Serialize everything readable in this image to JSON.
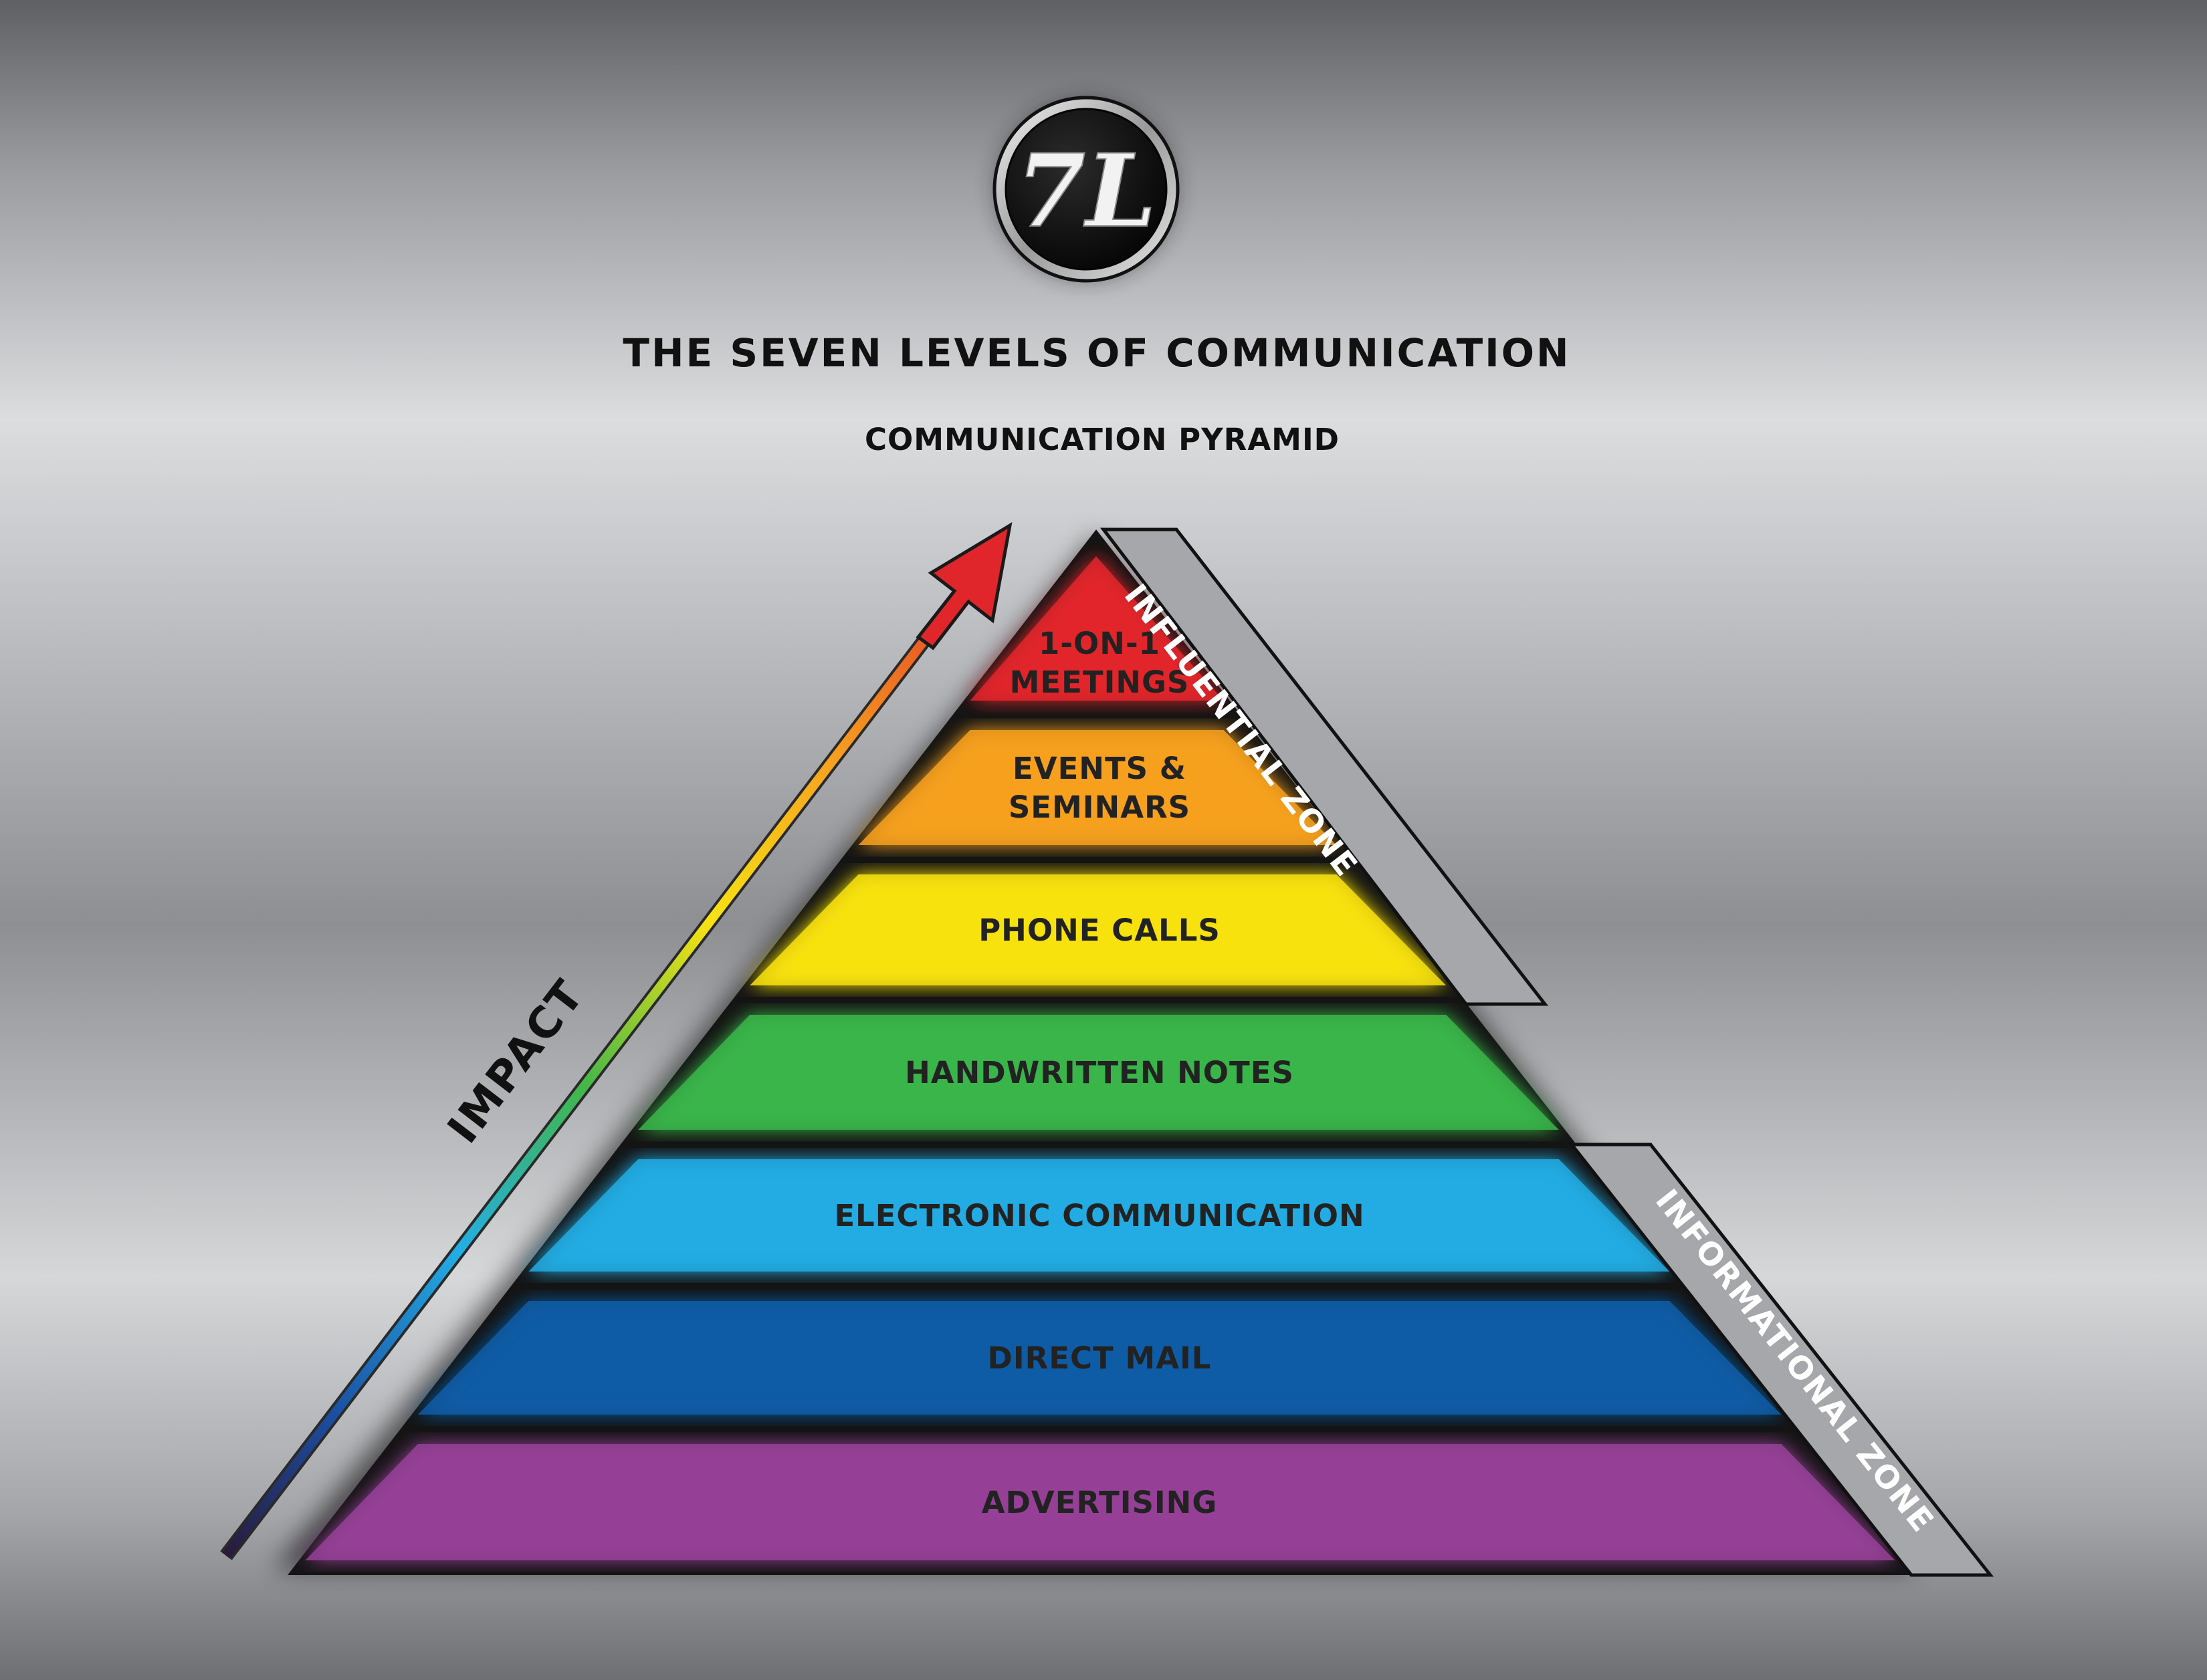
{
  "diagram": {
    "type": "pyramid",
    "title": "THE SEVEN LEVELS OF COMMUNICATION",
    "subtitle": "COMMUNICATION PYRAMID",
    "logo_text": "7L",
    "axis_label": "IMPACT",
    "levels": [
      {
        "lines": [
          "1-ON-1",
          "MEETINGS"
        ],
        "color": "#E2262B"
      },
      {
        "lines": [
          "EVENTS &",
          "SEMINARS"
        ],
        "color": "#F6A01E"
      },
      {
        "lines": [
          "PHONE CALLS"
        ],
        "color": "#F8E20E"
      },
      {
        "lines": [
          "HANDWRITTEN NOTES"
        ],
        "color": "#3AB54A"
      },
      {
        "lines": [
          "ELECTRONIC COMMUNICATION"
        ],
        "color": "#22ABE3"
      },
      {
        "lines": [
          "DIRECT MAIL"
        ],
        "color": "#0F5CA6"
      },
      {
        "lines": [
          "ADVERTISING"
        ],
        "color": "#954196"
      }
    ],
    "zones": [
      {
        "label": "INFLUENTIAL ZONE",
        "spans_levels": [
          1,
          3
        ]
      },
      {
        "label": "INFORMATIONAL ZONE",
        "spans_levels": [
          5,
          7
        ]
      }
    ],
    "colors": {
      "label_text": "#222222",
      "zone_band": "#A6A7AB",
      "zone_text": "#FFFFFF",
      "outline": "#111111"
    }
  }
}
